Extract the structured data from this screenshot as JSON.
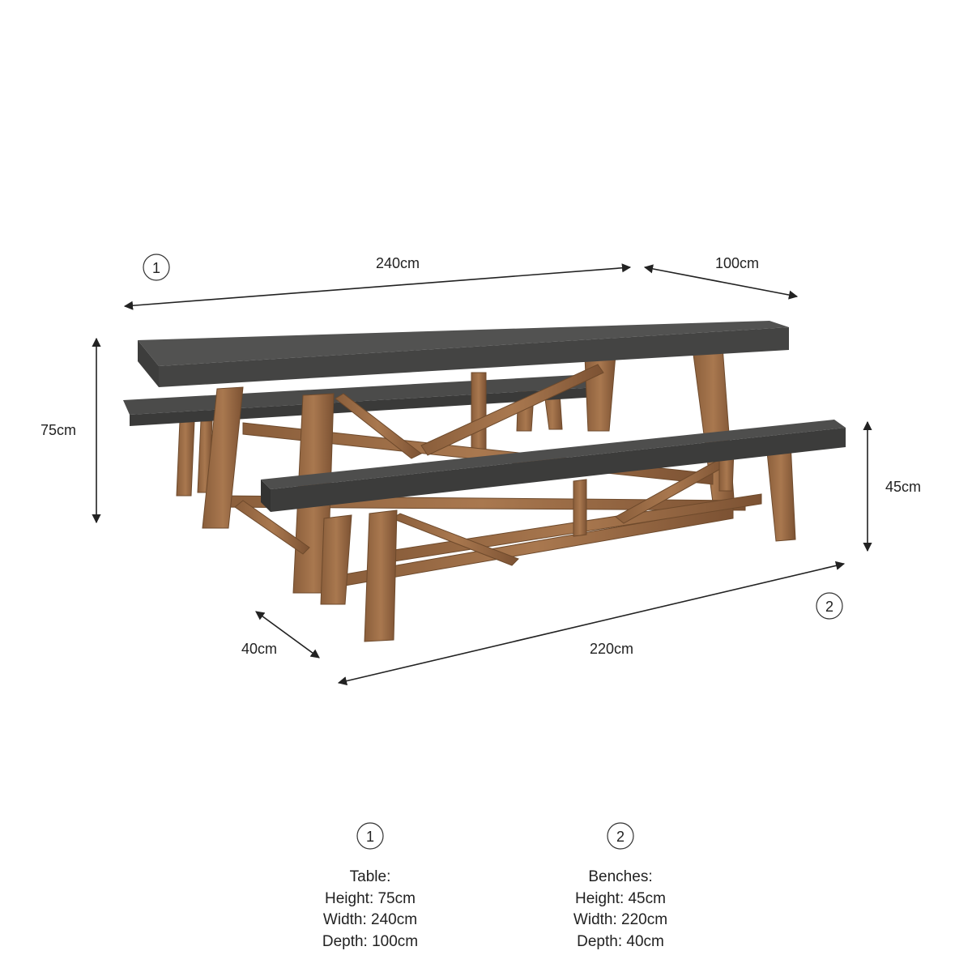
{
  "colors": {
    "background": "#ffffff",
    "concrete_top": "#4b4b4a",
    "concrete_edge": "#3a3a39",
    "wood": "#9a6b44",
    "wood_dark": "#6e4a2c",
    "dimension_line": "#222222"
  },
  "dimensions": {
    "table_length": "240cm",
    "table_depth": "100cm",
    "table_height": "75cm",
    "bench_height": "45cm",
    "bench_depth": "40cm",
    "bench_length": "220cm"
  },
  "badges": {
    "table": "1",
    "benches": "2"
  },
  "specs": {
    "table": {
      "badge": "1",
      "title": "Table:",
      "height": "Height: 75cm",
      "width": "Width: 240cm",
      "depth": "Depth: 100cm"
    },
    "benches": {
      "badge": "2",
      "title": "Benches:",
      "height": "Height: 45cm",
      "width": "Width: 220cm",
      "depth": "Depth: 40cm"
    }
  }
}
